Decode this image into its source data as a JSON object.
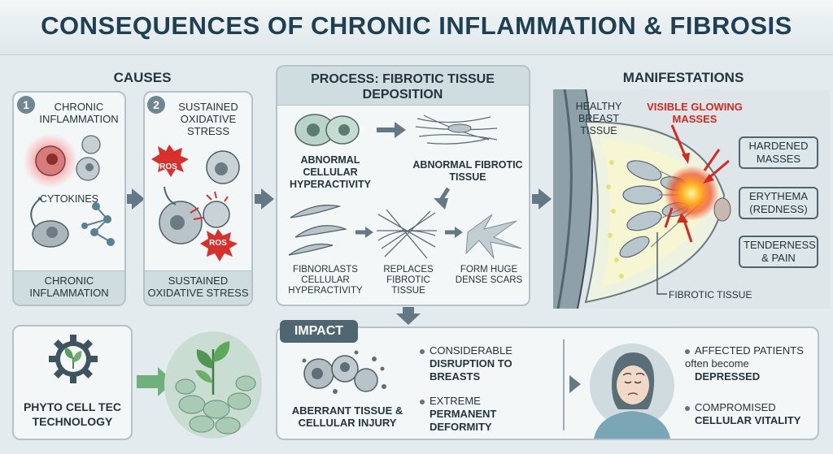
{
  "title": "CONSEQUENCES OF CHRONIC INFLAMMATION & FIBROSIS",
  "causes": {
    "heading": "CAUSES",
    "cause1": {
      "number": "1",
      "title": "CHRONIC INFLAMMATION",
      "cytokines": "CYTOKINES",
      "footer": "CHRONIC INFLAMMATION"
    },
    "cause2": {
      "number": "2",
      "title": "SUSTAINED OXIDATIVE STRESS",
      "ros1": "ROS",
      "ros2": "ROS",
      "footer": "SUSTAINED OXIDATIVE STRESS"
    }
  },
  "process": {
    "heading": "PROCESS: FIBROTIC TISSUE DEPOSITION",
    "abnormal_cellular": "ABNORMAL CELLULAR HYPERACTIVITY",
    "abnormal_fibrotic": "ABNORMAL FIBROTIC TISSUE",
    "fibroblasts": "FIBNORLASTS CELLULAR HYPERACTIVITY",
    "replaces": "REPLACES FIBROTIC TISSUE",
    "form_scars": "FORM HUGE DENSE SCARS"
  },
  "manifestations": {
    "heading": "MANIFESTATIONS",
    "healthy": "HEALTHY BREAST TISSUE",
    "visible": "VISIBLE GLOWING MASSES",
    "hardened": "HARDENED MASSES",
    "erythema": "ERYTHEMA (REDNESS)",
    "tenderness": "TENDERNESS & PAIN",
    "fibrotic_tissue": "FIBROTIC TISSUE"
  },
  "phyto": {
    "title": "PHYTO CELL TEC TECHNOLOGY"
  },
  "impact": {
    "heading": "IMPACT",
    "injury": "ABERRANT TISSUE & CELLULAR INJURY",
    "b1_pre": "CONSIDERABLE",
    "b1_bold": "DISRUPTION TO BREASTS",
    "b2_pre": "EXTREME",
    "b2_bold": "PERMANENT DEFORMITY",
    "b3_pre": "AFFECTED PATIENTS often become",
    "b3_bold": "DEPRESSED",
    "b4_pre": "COMPROMISED",
    "b4_bold": "CELLULAR VITALITY"
  },
  "colors": {
    "accent": "#1f3f52",
    "arrow": "#637985",
    "red": "#d42a20",
    "panel": "#f4f7f8"
  }
}
